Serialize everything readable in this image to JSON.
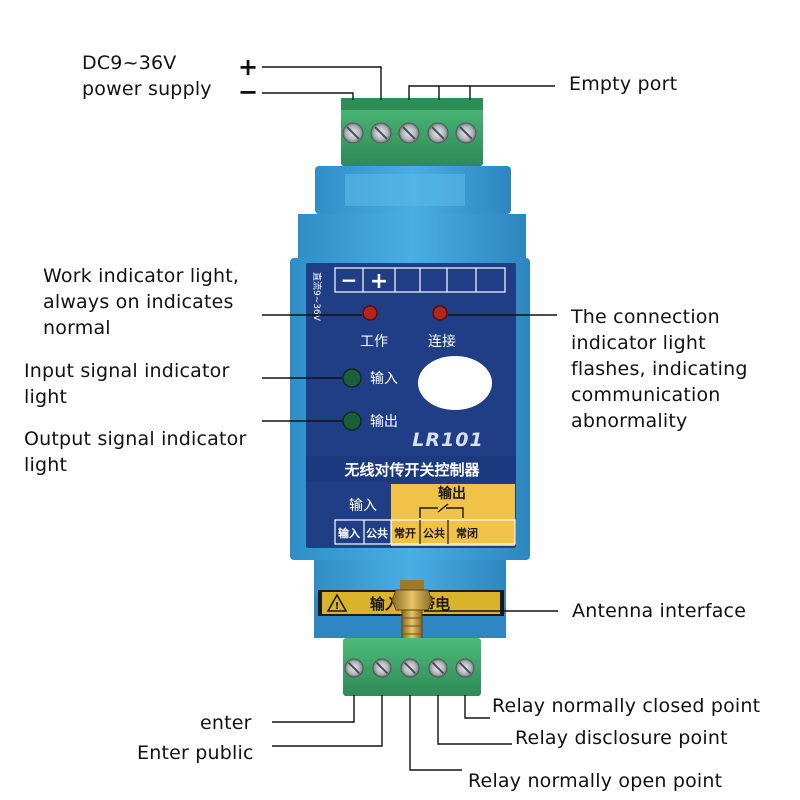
{
  "labels": {
    "power": [
      "DC9~36V",
      "power supply"
    ],
    "plus": "+",
    "minus": "−",
    "empty_port": "Empty port",
    "work_light": [
      "Work indicator light,",
      "always on indicates",
      "normal"
    ],
    "input_light": [
      "Input signal indicator",
      "light"
    ],
    "output_light": [
      "Output signal indicator",
      "light"
    ],
    "connection_light": [
      "The connection",
      "indicator light",
      "flashes, indicating",
      "communication",
      "abnormality"
    ],
    "antenna": "Antenna interface",
    "enter": "enter",
    "enter_public": "Enter public",
    "relay_nc": "Relay normally closed point",
    "relay_disclosure": "Relay disclosure point",
    "relay_no": "Relay normally open point"
  },
  "device": {
    "model": "LR101",
    "title_cn": "无线对传开关控制器",
    "top_terminal_minus": "−",
    "top_terminal_plus": "+",
    "dc_side_text": "直流9~36V",
    "work_led": "工作",
    "link_led": "连接",
    "input_led": "输入",
    "output_led": "输出",
    "input_group": "输入",
    "output_group": "输出",
    "bottom_terms": [
      "输入",
      "公共",
      "常开",
      "公共",
      "常闭"
    ],
    "warning": "输入  禁带电"
  },
  "colors": {
    "case_blue": "#3e9fd6",
    "panel_navy": "#1f3e86",
    "terminal_green": "#3aa467",
    "red_led": "#b3261e",
    "green_led": "#1d5e3a",
    "output_yellow": "#f0c247",
    "warning_yellow": "#d9b32a"
  }
}
